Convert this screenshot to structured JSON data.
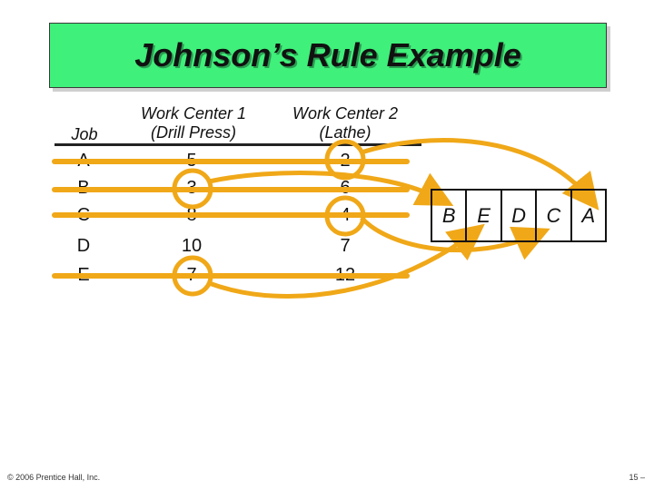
{
  "title": "Johnson’s Rule Example",
  "table": {
    "headers": {
      "job": "Job",
      "wc1_line1": "Work Center 1",
      "wc1_line2": "(Drill Press)",
      "wc2_line1": "Work Center 2",
      "wc2_line2": "(Lathe)"
    },
    "rows": [
      {
        "job": "A",
        "wc1": "5",
        "wc2": "2"
      },
      {
        "job": "B",
        "wc1": "3",
        "wc2": "6"
      },
      {
        "job": "C",
        "wc1": "8",
        "wc2": "4"
      },
      {
        "job": "D",
        "wc1": "10",
        "wc2": "7"
      },
      {
        "job": "E",
        "wc1": "7",
        "wc2": "12"
      }
    ]
  },
  "sequence": [
    "B",
    "E",
    "D",
    "C",
    "A"
  ],
  "colors": {
    "title_bg": "#3ff07a",
    "highlight": "#f0a818"
  },
  "footer": {
    "copyright": "© 2006 Prentice Hall, Inc.",
    "page": "15 –"
  }
}
